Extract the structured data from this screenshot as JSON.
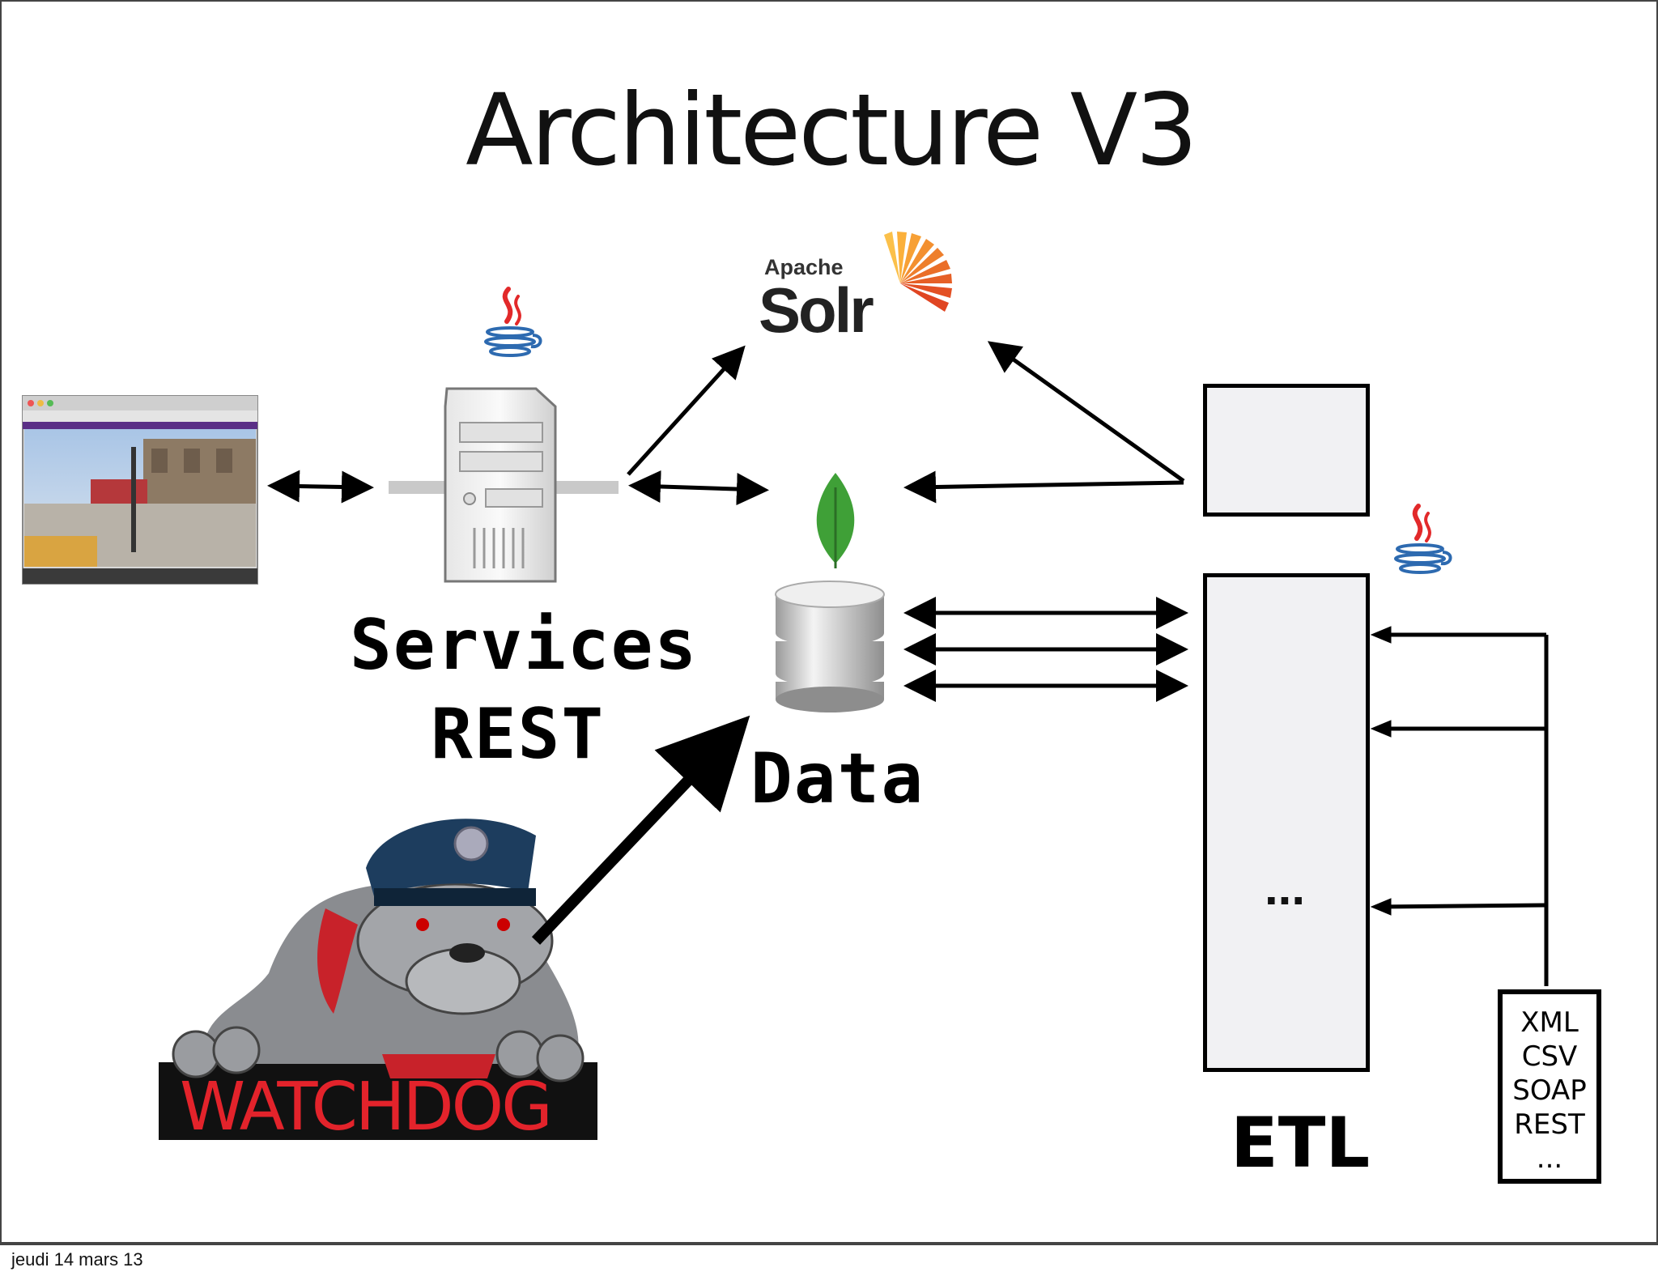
{
  "slide": {
    "title": "Architecture V3",
    "footer_date": "jeudi 14 mars 13"
  },
  "labels": {
    "services": "Services",
    "rest": "REST",
    "data": "Data",
    "etl": "ETL",
    "ellipsis": "...",
    "watchdog": "WATCHDOG"
  },
  "solr_logo": {
    "apache": "Apache",
    "solr": "Solr"
  },
  "formats": [
    "XML",
    "CSV",
    "SOAP",
    "REST",
    "..."
  ],
  "icons": {
    "java": "java-cup-icon",
    "server": "server-tower-icon",
    "database": "database-stack-icon",
    "mongodb": "mongodb-leaf-icon",
    "gear": "gear-icon",
    "solr": "solr-sun-icon",
    "browser": "browser-screenshot-icon",
    "watchdog": "watchdog-bulldog-icon"
  },
  "colors": {
    "solr_orange": "#e8652a",
    "mongo_green": "#3fa037",
    "java_red": "#e2292a",
    "java_blue": "#2d6ab0",
    "watchdog_red": "#e3232b",
    "police_blue": "#1d3d5e"
  }
}
